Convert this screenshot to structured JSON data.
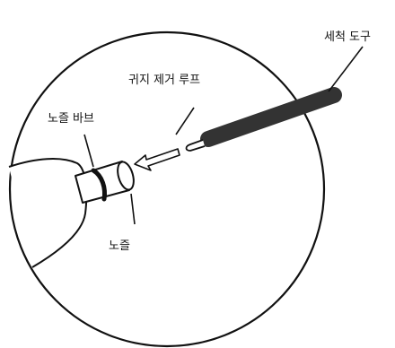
{
  "diagram": {
    "labels": {
      "cleaning_tool": "세척 도구",
      "ear_wax_loop": "귀지 제거 루프",
      "nozzle_valve": "노즐 바브",
      "nozzle": "노즐"
    },
    "colors": {
      "stroke": "#111111",
      "tool_body": "#333333",
      "background": "#ffffff"
    }
  }
}
